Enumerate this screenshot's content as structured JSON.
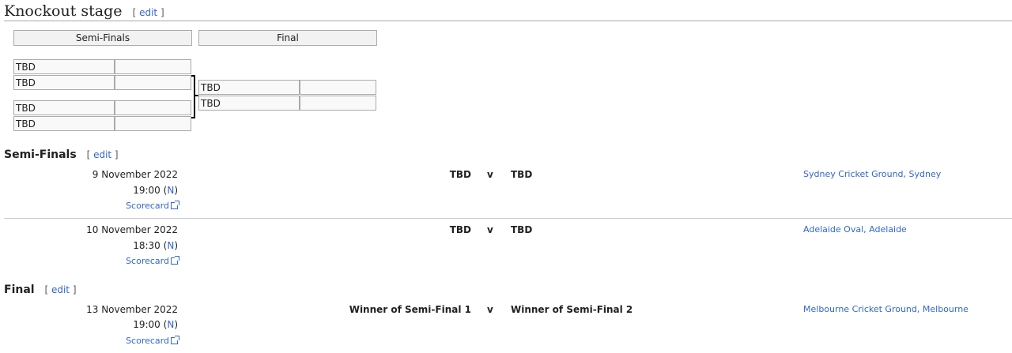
{
  "page": {
    "section_title": "Knockout stage",
    "edit_label": "edit"
  },
  "bracket": {
    "semi_header": "Semi-Finals",
    "final_header": "Final",
    "semi1": {
      "team_a": "TBD",
      "team_b": "TBD",
      "score_a": "",
      "score_b": ""
    },
    "semi2": {
      "team_a": "TBD",
      "team_b": "TBD",
      "score_a": "",
      "score_b": ""
    },
    "final": {
      "team_a": "TBD",
      "team_b": "TBD",
      "score_a": "",
      "score_b": ""
    }
  },
  "semis_section": {
    "title": "Semi-Finals",
    "edit_label": "edit",
    "matches": [
      {
        "date": "9 November 2022",
        "time": "19:00",
        "note": "N",
        "scorecard": "Scorecard",
        "team_a": "TBD",
        "vs": "v",
        "team_b": "TBD",
        "venue": "Sydney Cricket Ground, Sydney"
      },
      {
        "date": "10 November 2022",
        "time": "18:30",
        "note": "N",
        "scorecard": "Scorecard",
        "team_a": "TBD",
        "vs": "v",
        "team_b": "TBD",
        "venue": "Adelaide Oval, Adelaide"
      }
    ]
  },
  "final_section": {
    "title": "Final",
    "edit_label": "edit",
    "match": {
      "date": "13 November 2022",
      "time": "19:00",
      "note": "N",
      "scorecard": "Scorecard",
      "team_a": "Winner of Semi-Final 1",
      "vs": "v",
      "team_b": "Winner of Semi-Final 2",
      "venue": "Melbourne Cricket Ground, Melbourne"
    }
  }
}
